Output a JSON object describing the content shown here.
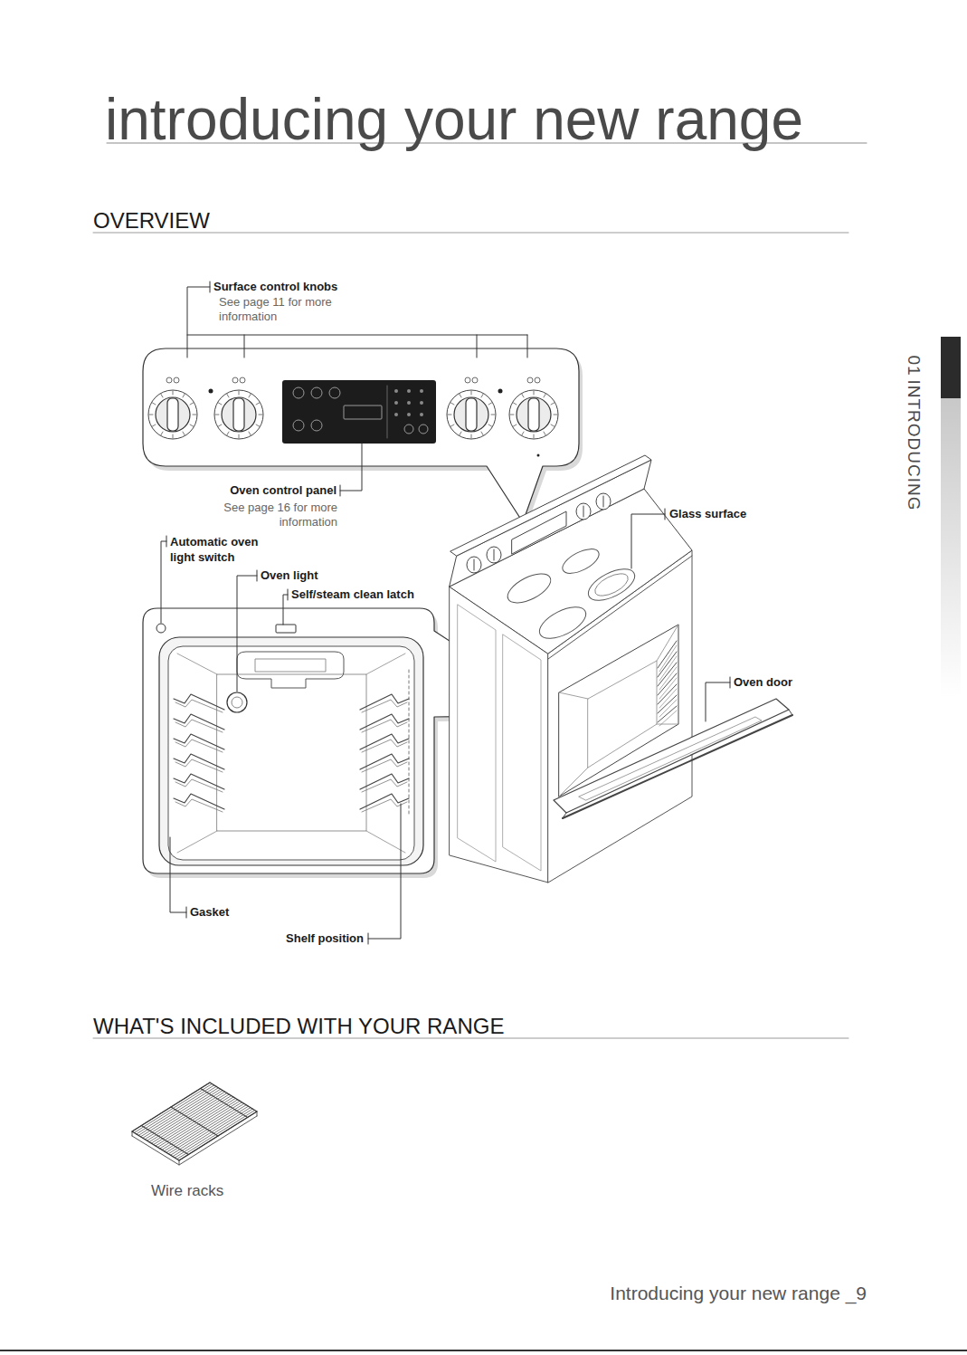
{
  "diagram": {
    "title": "introducing your new range",
    "labels": [
      "OVERVIEW",
      "Surface control knobs",
      "See page 11 for more information",
      "Oven control panel",
      "See page 16 for more information",
      "Glass surface",
      "Automatic oven light switch",
      "Oven light",
      "Self/steam clean latch",
      "Oven door",
      "Gasket",
      "Shelf position",
      "WHAT'S INCLUDED WITH YOUR RANGE",
      "Wire racks",
      "Introducing your new range _9",
      "01",
      "INTRODUCING"
    ]
  }
}
